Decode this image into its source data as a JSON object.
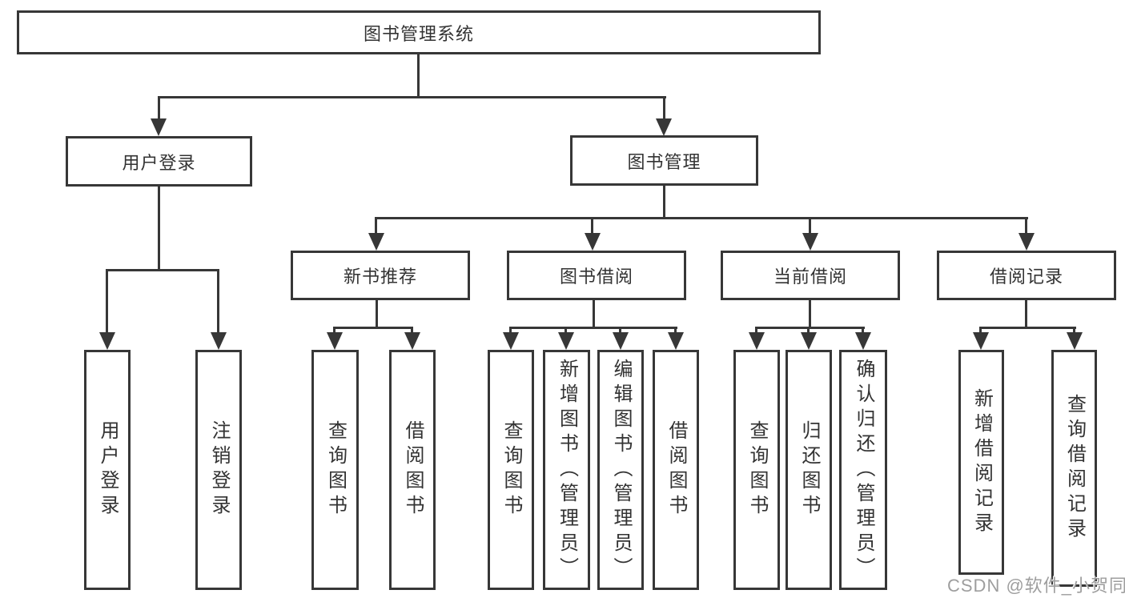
{
  "diagram": {
    "root": {
      "label": "图书管理系统"
    },
    "level2": [
      {
        "label": "用户登录"
      },
      {
        "label": "图书管理"
      }
    ],
    "level3": [
      {
        "label": "新书推荐",
        "parent": "图书管理"
      },
      {
        "label": "图书借阅",
        "parent": "图书管理"
      },
      {
        "label": "当前借阅",
        "parent": "图书管理"
      },
      {
        "label": "借阅记录",
        "parent": "图书管理"
      }
    ],
    "leaves": [
      {
        "label": "用户登录",
        "parent": "用户登录"
      },
      {
        "label": "注销登录",
        "parent": "用户登录"
      },
      {
        "label": "查询图书",
        "parent": "新书推荐"
      },
      {
        "label": "借阅图书",
        "parent": "新书推荐"
      },
      {
        "label": "查询图书",
        "parent": "图书借阅"
      },
      {
        "label": "新增图书（管理员）",
        "parent": "图书借阅"
      },
      {
        "label": "编辑图书（管理员）",
        "parent": "图书借阅"
      },
      {
        "label": "借阅图书",
        "parent": "图书借阅"
      },
      {
        "label": "查询图书",
        "parent": "当前借阅"
      },
      {
        "label": "归还图书",
        "parent": "当前借阅"
      },
      {
        "label": "确认归还（管理员）",
        "parent": "当前借阅"
      },
      {
        "label": "新增借阅记录",
        "parent": "借阅记录"
      },
      {
        "label": "查询借阅记录",
        "parent": "借阅记录"
      }
    ]
  },
  "watermark": {
    "text": "CSDN @软件_小贺同学"
  },
  "colors": {
    "line": "#373737",
    "text": "#333333",
    "watermark": "#9e9e9e",
    "background": "#ffffff"
  }
}
